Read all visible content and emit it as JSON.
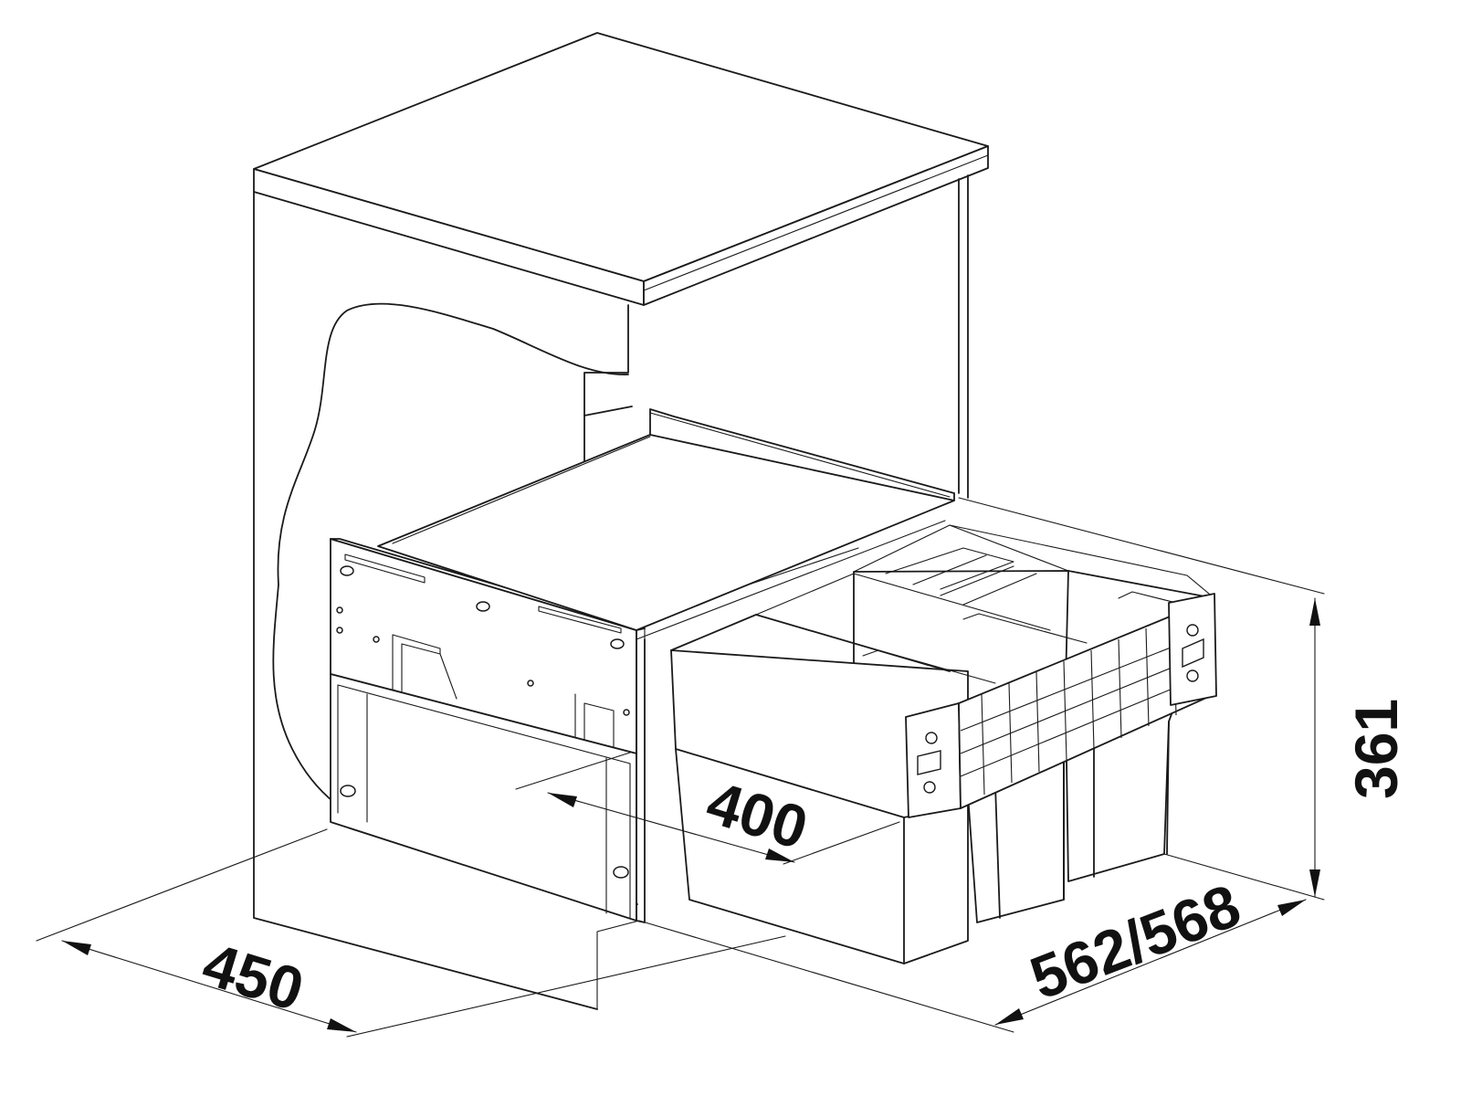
{
  "figure": {
    "dimensions": {
      "width_label": "450",
      "inner_width_label": "400",
      "depth_label": "562/568",
      "height_label": "361"
    },
    "colors": {
      "line": "#1a1a1a",
      "background": "#ffffff"
    }
  }
}
